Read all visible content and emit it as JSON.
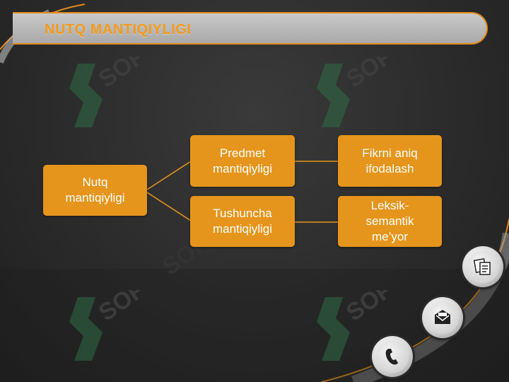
{
  "title": "NUTQ MANTIQIYLIGI",
  "diagram": {
    "root": "Nutq\nmantiqiyligi",
    "branches": [
      {
        "label": "Predmet\nmantiqiyligi",
        "child": "Fikrni aniq\nifodalash"
      },
      {
        "label": "Tushuncha\nmantiqiyligi",
        "child": "Leksik-\nsemantik\nme’yor"
      }
    ]
  },
  "colors": {
    "accent": "#e6951c",
    "title": "#f39a1d",
    "background": "#2b2b2b"
  },
  "icons": [
    "documents-icon",
    "envelope-icon",
    "phone-icon"
  ],
  "watermark_text": "SOFT"
}
